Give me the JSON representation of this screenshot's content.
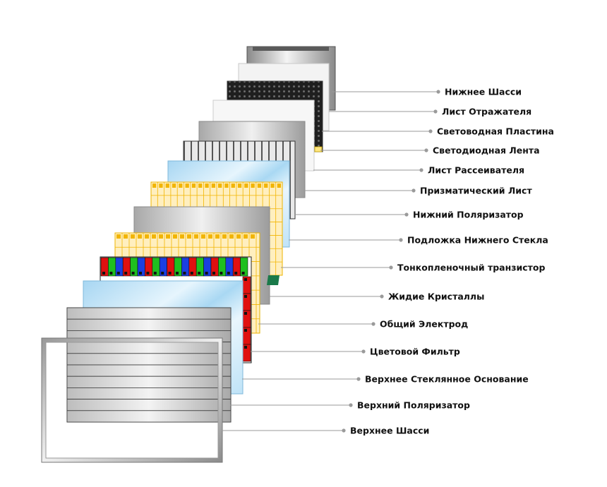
{
  "diagram": {
    "labels": [
      "Нижнее Шасси",
      "Лист Отражателя",
      "Световодная Пластина",
      "Светодиодная Лента",
      "Лист Рассеивателя",
      "Призматический Лист",
      "Нижний Поляризатор",
      "Подложка Нижнего Стекла",
      "Тонкопленочный транзистор",
      "Жидие Кристаллы",
      "Общий Электрод",
      "Цветовой Фильтр",
      "Верхнее Стеклянное Основание",
      "Верхний Поляризатор",
      "Верхнее Шасси"
    ]
  },
  "colors": {
    "leader_line": "#9a9a9a",
    "leader_dot": "#9a9a9a",
    "diffuser": "#f7f7f7",
    "glass_blue": "#bfe3f7",
    "prism_yellow": "#ffefbf",
    "prism_orange": "#f2b500",
    "filter_red": "#e01010",
    "filter_green": "#1fbf1f",
    "filter_blue": "#1a3fe0",
    "tft_green": "#1a7a4a",
    "metal_dark": "#777777",
    "metal_light": "#f2f2f2"
  },
  "icons": {
    "leader_marker": "dot"
  }
}
